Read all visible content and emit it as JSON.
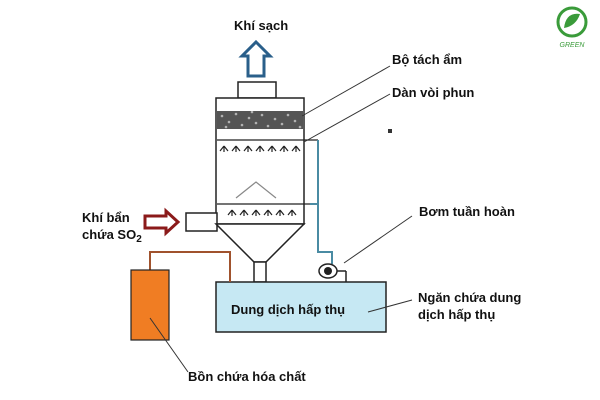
{
  "labels": {
    "clean_gas": "Khí sạch",
    "demister": "Bộ tách ẩm",
    "spray_nozzles": "Dàn vòi phun",
    "dirty_gas_line1": "Khí bẩn",
    "dirty_gas_line2": "chứa SO",
    "dirty_gas_subscript": "2",
    "pump": "Bơm tuần hoàn",
    "absorbent_tank_line1": "Ngăn chứa dung",
    "absorbent_tank_line2": "dịch hấp thụ",
    "absorbent_solution": "Dung dịch hấp thụ",
    "chemical_tank": "Bồn chứa hóa chất"
  },
  "logo": {
    "text": "GREEN"
  },
  "colors": {
    "tank_fill": "#c6e8f3",
    "chemical_tank_fill": "#f07d23",
    "pipe_brown": "#a0522d",
    "pipe_blue": "#4a8ba3",
    "arrow_outline_blue": "#2a5f8a",
    "inlet_arrow_red": "#8b1a1a",
    "logo_green": "#3a9b3a"
  }
}
